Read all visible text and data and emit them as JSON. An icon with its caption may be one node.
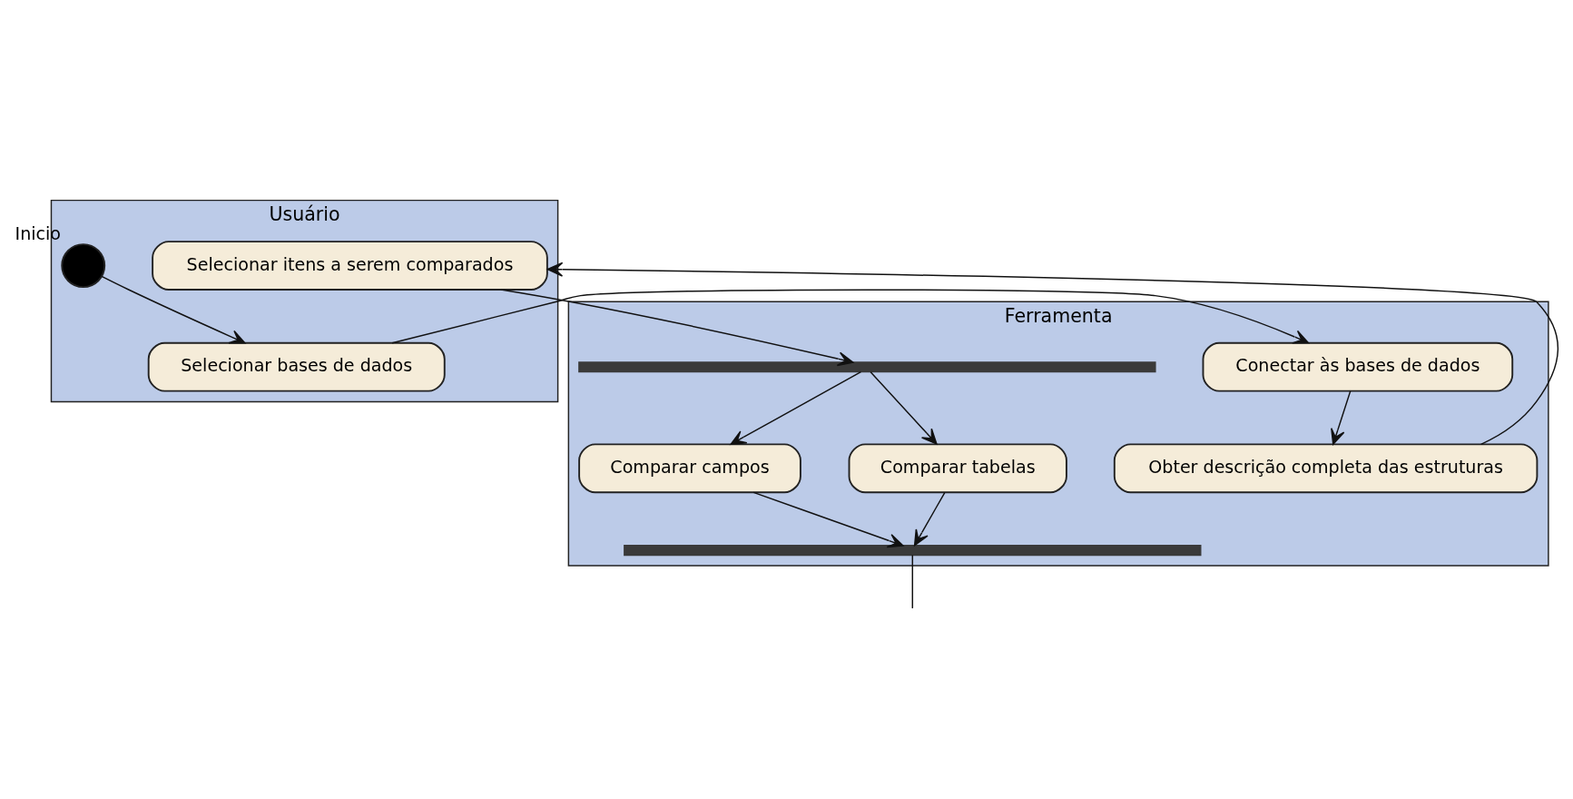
{
  "diagram": {
    "nodes": [
      {
        "text": [
          "Usuário"
        ]
      },
      {
        "text": [
          "Ferramenta"
        ]
      },
      {
        "text": [],
        "shape": "circle",
        "in": 0,
        "beside": [
          "Inicio"
        ]
      },
      {
        "text": [
          "Selecionar bases de dados"
        ],
        "in": 0
      },
      {
        "text": [
          "Conectar às bases de dados"
        ],
        "in": 1
      },
      {
        "text": [
          "Obter descrição completa das estruturas"
        ],
        "in": 1
      },
      {
        "text": [
          "Selecionar itens a serem comparados"
        ],
        "in": 0
      },
      {
        "text": [],
        "shape": "bar",
        "in": 1
      },
      {
        "text": [
          "Comparar campos"
        ],
        "in": 1
      },
      {
        "text": [
          "Comparar tabelas"
        ],
        "in": 1
      },
      {
        "text": [],
        "shape": "bar",
        "in": 1
      }
    ],
    "edges": [
      {
        "from": 2,
        "to": 3,
        "arrow": "to"
      },
      {
        "from": 3,
        "to": 4,
        "arrow": "to"
      },
      {
        "from": 4,
        "to": 5,
        "arrow": "to"
      },
      {
        "from": 5,
        "to": 6,
        "arrow": "to"
      },
      {
        "from": 6,
        "to": 7,
        "arrow": "to"
      },
      {
        "from": 7,
        "to": 8,
        "arrow": "to"
      },
      {
        "from": 7,
        "to": 9,
        "arrow": "to"
      },
      {
        "from": 8,
        "to": 10,
        "arrow": "to"
      },
      {
        "from": 9,
        "to": 10,
        "arrow": "to"
      },
      {
        "from": 10,
        "to": null,
        "arrow": "none"
      }
    ]
  }
}
